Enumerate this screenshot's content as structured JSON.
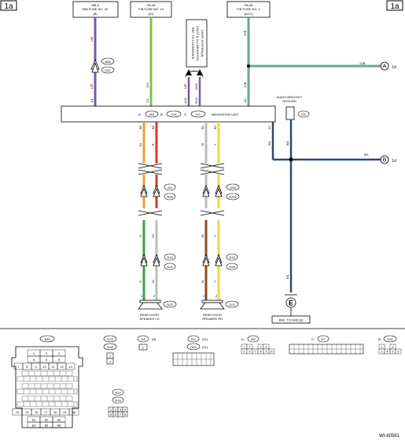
{
  "page_tag": "1a",
  "drawing_no": "WI-60561",
  "fuses": [
    {
      "line1": "MB-5",
      "line2": "M/B FUSE NO. 20",
      "line3": "(B)"
    },
    {
      "line1": "FB-46",
      "line2": "F/B FUSE NO. 19",
      "line3": "(IG)"
    },
    {
      "line1": "FB-48",
      "line2": "F/B FUSE NO. 4",
      "line3": "(ACC)"
    }
  ],
  "ref_clearance": [
    "REF. TO CLEARANCE",
    "LIGHT & ILLUMINATION",
    "LIGHT SYSTEM [4]"
  ],
  "nav": {
    "label": "NAVIGATION UNIT",
    "prefix_a": "A:",
    "conn_a": "i85",
    "prefix_b": "B:",
    "conn_b": "i131",
    "prefix_c": "C:",
    "conn_c": "i97"
  },
  "audio_ground": {
    "line1": "AUDIO BRACKET",
    "line2": "GROUND",
    "conn": "i26"
  },
  "junctions": [
    {
      "letter": "A",
      "num": "1d"
    },
    {
      "letter": "B",
      "num": "1d"
    }
  ],
  "ground": {
    "symbol": "E",
    "ref": "REF. TO GND [4]"
  },
  "connectors": {
    "b45": "B45",
    "i112": "i112",
    "i54": "i54",
    "r99": "R99",
    "i154": "i154",
    "r202": "R202",
    "r10": "R10",
    "d22": "D22",
    "r15": "R15",
    "d28": "D28",
    "d23": "D23",
    "d21": "D21"
  },
  "speakers": [
    {
      "line1": "REAR DOOR",
      "line2": "SPEAKER LH"
    },
    {
      "line1": "REAR DOOR",
      "line2": "SPEAKER RH"
    }
  ],
  "wire_labels": {
    "lr": "L/R",
    "gy": "G/Y",
    "gb": "G/B",
    "bw": "B/W",
    "bl": "B/L",
    "gr": "Gr",
    "r": "R",
    "w": "W",
    "y": "Y",
    "g": "G",
    "br": "Br"
  },
  "pins": {
    "a4": "A4",
    "c1": "C1",
    "a10": "A10",
    "b10": "B10",
    "a3": "A3",
    "b6": "B6",
    "b5": "B5",
    "b1": "B1",
    "a7": "A7",
    "b2": "B2",
    "p1": "1",
    "p2": "2"
  },
  "legend": {
    "b45_title": "B45",
    "b45_rows": [
      [
        "1",
        "2",
        "3"
      ],
      [
        "4",
        "5",
        "6"
      ],
      [
        "7",
        "8",
        "9",
        "10",
        "11",
        "12",
        "13"
      ],
      [
        "74",
        "75",
        "76",
        "77",
        "78",
        "79",
        "80"
      ],
      [
        "81",
        "82",
        "83"
      ],
      [
        "84",
        "85",
        "86"
      ]
    ],
    "d23": "D23",
    "d28": "D28",
    "d_pins": [
      "1",
      "2"
    ],
    "i26": "i26",
    "i26_sfx": "(B)",
    "i26_pin": "1",
    "i54": "i54",
    "i54_sfx": "(Gr)",
    "i154": "i154",
    "i154_sfx": "(Gr)",
    "r10": "R10",
    "r15": "R15",
    "r_pins": [
      "1",
      "2",
      "3",
      "4",
      "5",
      "6",
      "7",
      "8"
    ],
    "a_pfx": "A:",
    "i85": "i85",
    "i85_pins": [
      "1",
      "2",
      "3",
      "4",
      "5",
      "6",
      "7",
      "8",
      "9",
      "10"
    ],
    "c_pfx": "C:",
    "i97": "i97",
    "b_pfx": "B:",
    "i131": "i131",
    "i131_pins": [
      "1",
      "2",
      "3",
      "4",
      "5",
      "6"
    ]
  },
  "colors": {
    "violet": "#7a5aa6",
    "green_light": "#7cc44a",
    "green_teal": "#6aa88a",
    "orange": "#e8a23c",
    "red": "#d8372f",
    "white_wire": "#bdbdbd",
    "yellow": "#e6d84a",
    "green": "#3e9e4a",
    "brown": "#8a4a2a",
    "navy": "#2b4a6a",
    "dark_blue": "#2e4a66"
  }
}
